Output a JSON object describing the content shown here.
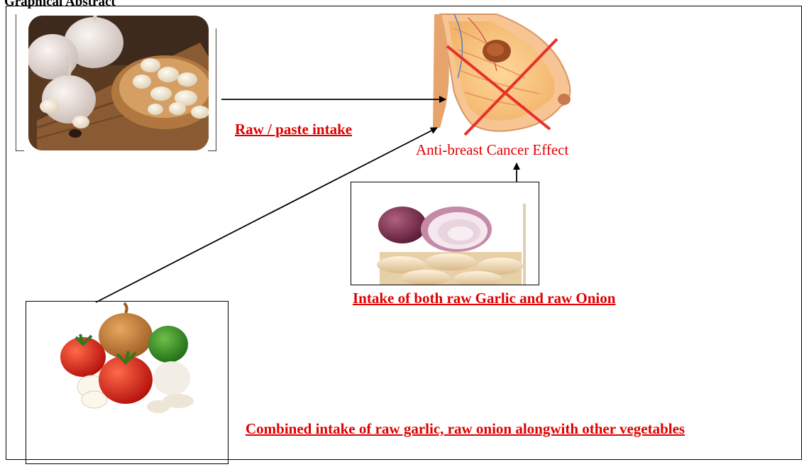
{
  "heading": "Graphical Abstract",
  "captions": {
    "raw_paste": "Raw / paste intake",
    "both": " Intake of both raw Garlic and raw Onion",
    "combined": "Combined intake of raw garlic, raw onion alongwith other vegetables"
  },
  "effect_label": "Anti-breast Cancer Effect",
  "colors": {
    "caption": "#e00000",
    "arrow": "#000000",
    "cross": "#e8302a"
  },
  "icons": [
    "garlic-photo",
    "breast-illustration",
    "red-cross-icon",
    "onion-garlic-photo",
    "vegetables-photo"
  ]
}
